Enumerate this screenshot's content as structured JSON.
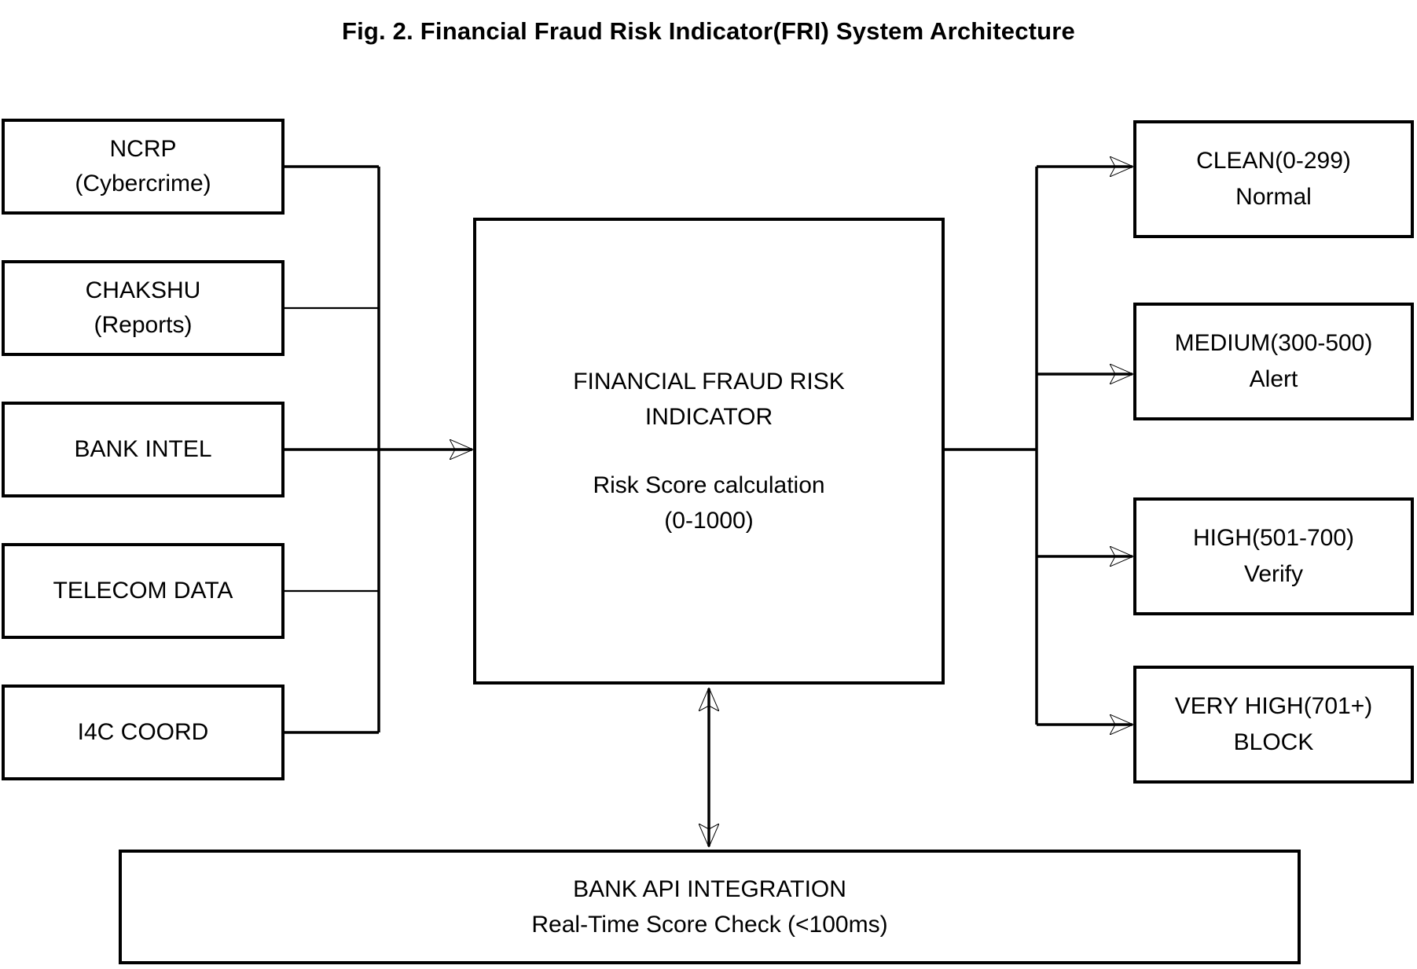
{
  "title": "Fig. 2. Financial Fraud Risk Indicator(FRI) System Architecture",
  "colors": {
    "background": "#ffffff",
    "line": "#000000",
    "text": "#000000"
  },
  "diagram": {
    "sources": [
      {
        "id": "ncrp",
        "lines": [
          "NCRP",
          "(Cybercrime)"
        ]
      },
      {
        "id": "chakshu",
        "lines": [
          "CHAKSHU",
          "(Reports)"
        ]
      },
      {
        "id": "bank-intel",
        "lines": [
          "BANK INTEL"
        ]
      },
      {
        "id": "telecom-data",
        "lines": [
          "TELECOM DATA"
        ]
      },
      {
        "id": "i4c-coord",
        "lines": [
          "I4C COORD"
        ]
      }
    ],
    "core": {
      "id": "fri-core",
      "lines": [
        "FINANCIAL FRAUD RISK",
        "INDICATOR",
        "Risk Score calculation",
        "(0-1000)"
      ]
    },
    "outputs": [
      {
        "id": "clean",
        "lines": [
          "CLEAN(0-299)",
          "Normal"
        ]
      },
      {
        "id": "medium",
        "lines": [
          "MEDIUM(300-500)",
          "Alert"
        ]
      },
      {
        "id": "high",
        "lines": [
          "HIGH(501-700)",
          "Verify"
        ]
      },
      {
        "id": "very-high",
        "lines": [
          "VERY HIGH(701+)",
          "BLOCK"
        ]
      }
    ],
    "integration": {
      "id": "bank-api",
      "lines": [
        "BANK API INTEGRATION",
        "Real-Time Score Check (<100ms)"
      ]
    },
    "edges": [
      {
        "from": "ncrp",
        "to": "fri-core",
        "arrow": false
      },
      {
        "from": "chakshu",
        "to": "fri-core",
        "arrow": false
      },
      {
        "from": "bank-intel",
        "to": "fri-core",
        "arrow": true
      },
      {
        "from": "telecom-data",
        "to": "fri-core",
        "arrow": false
      },
      {
        "from": "i4c-coord",
        "to": "fri-core",
        "arrow": false
      },
      {
        "from": "fri-core",
        "to": "clean",
        "arrow": true
      },
      {
        "from": "fri-core",
        "to": "medium",
        "arrow": true
      },
      {
        "from": "fri-core",
        "to": "high",
        "arrow": true
      },
      {
        "from": "fri-core",
        "to": "very-high",
        "arrow": true
      },
      {
        "from": "fri-core",
        "to": "bank-api",
        "arrow": "both"
      }
    ]
  }
}
